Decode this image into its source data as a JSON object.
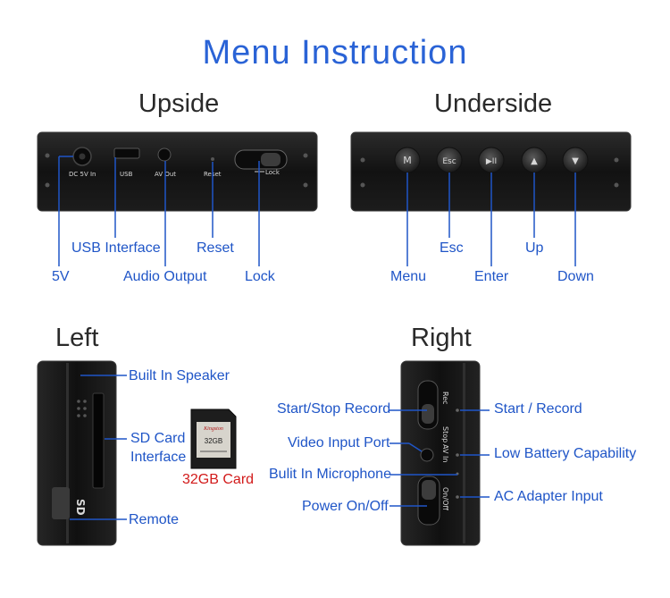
{
  "title": "Menu  Instruction",
  "sections": {
    "upside": "Upside",
    "underside": "Underside",
    "left": "Left",
    "right": "Right"
  },
  "upside": {
    "ports": {
      "dc": "DC 5V In",
      "usb": "USB",
      "av": "AV Out",
      "reset": "Reset",
      "lock": "Lock"
    },
    "callouts": {
      "usb_interface": "USB Interface",
      "reset": "Reset",
      "five_v": "5V",
      "audio_output": "Audio Output",
      "lock": "Lock"
    }
  },
  "underside": {
    "buttons": {
      "menu": "M",
      "esc": "Esc",
      "enter": "▶II",
      "up": "▲",
      "down": "▼"
    },
    "callouts": {
      "esc": "Esc",
      "up": "Up",
      "menu": "Menu",
      "enter": "Enter",
      "down": "Down"
    }
  },
  "left": {
    "callouts": {
      "speaker": "Built In Speaker",
      "sd_line1": "SD Card",
      "sd_line2": "Interface",
      "remote": "Remote"
    },
    "sd_print": "SD",
    "card": {
      "brand": "Kingston",
      "capacity": "32GB",
      "caption": "32GB Card"
    }
  },
  "right": {
    "device_text": {
      "rec": "Rec",
      "stop": "Stop",
      "avin": "AV In",
      "onoff": "On/Off"
    },
    "callouts": {
      "start_stop": "Start/Stop Record",
      "video_in": "Video Input Port",
      "mic": "Bulit In Microphone",
      "power": "Power On/Off",
      "start_record": "Start / Record",
      "low_battery": "Low Battery Capability",
      "ac_adapter": "AC Adapter Input"
    }
  },
  "colors": {
    "title": "#2a63d6",
    "label": "#1f55c7",
    "card_caption": "#d21a1a",
    "device": "#141414",
    "line": "#1f55c7"
  }
}
